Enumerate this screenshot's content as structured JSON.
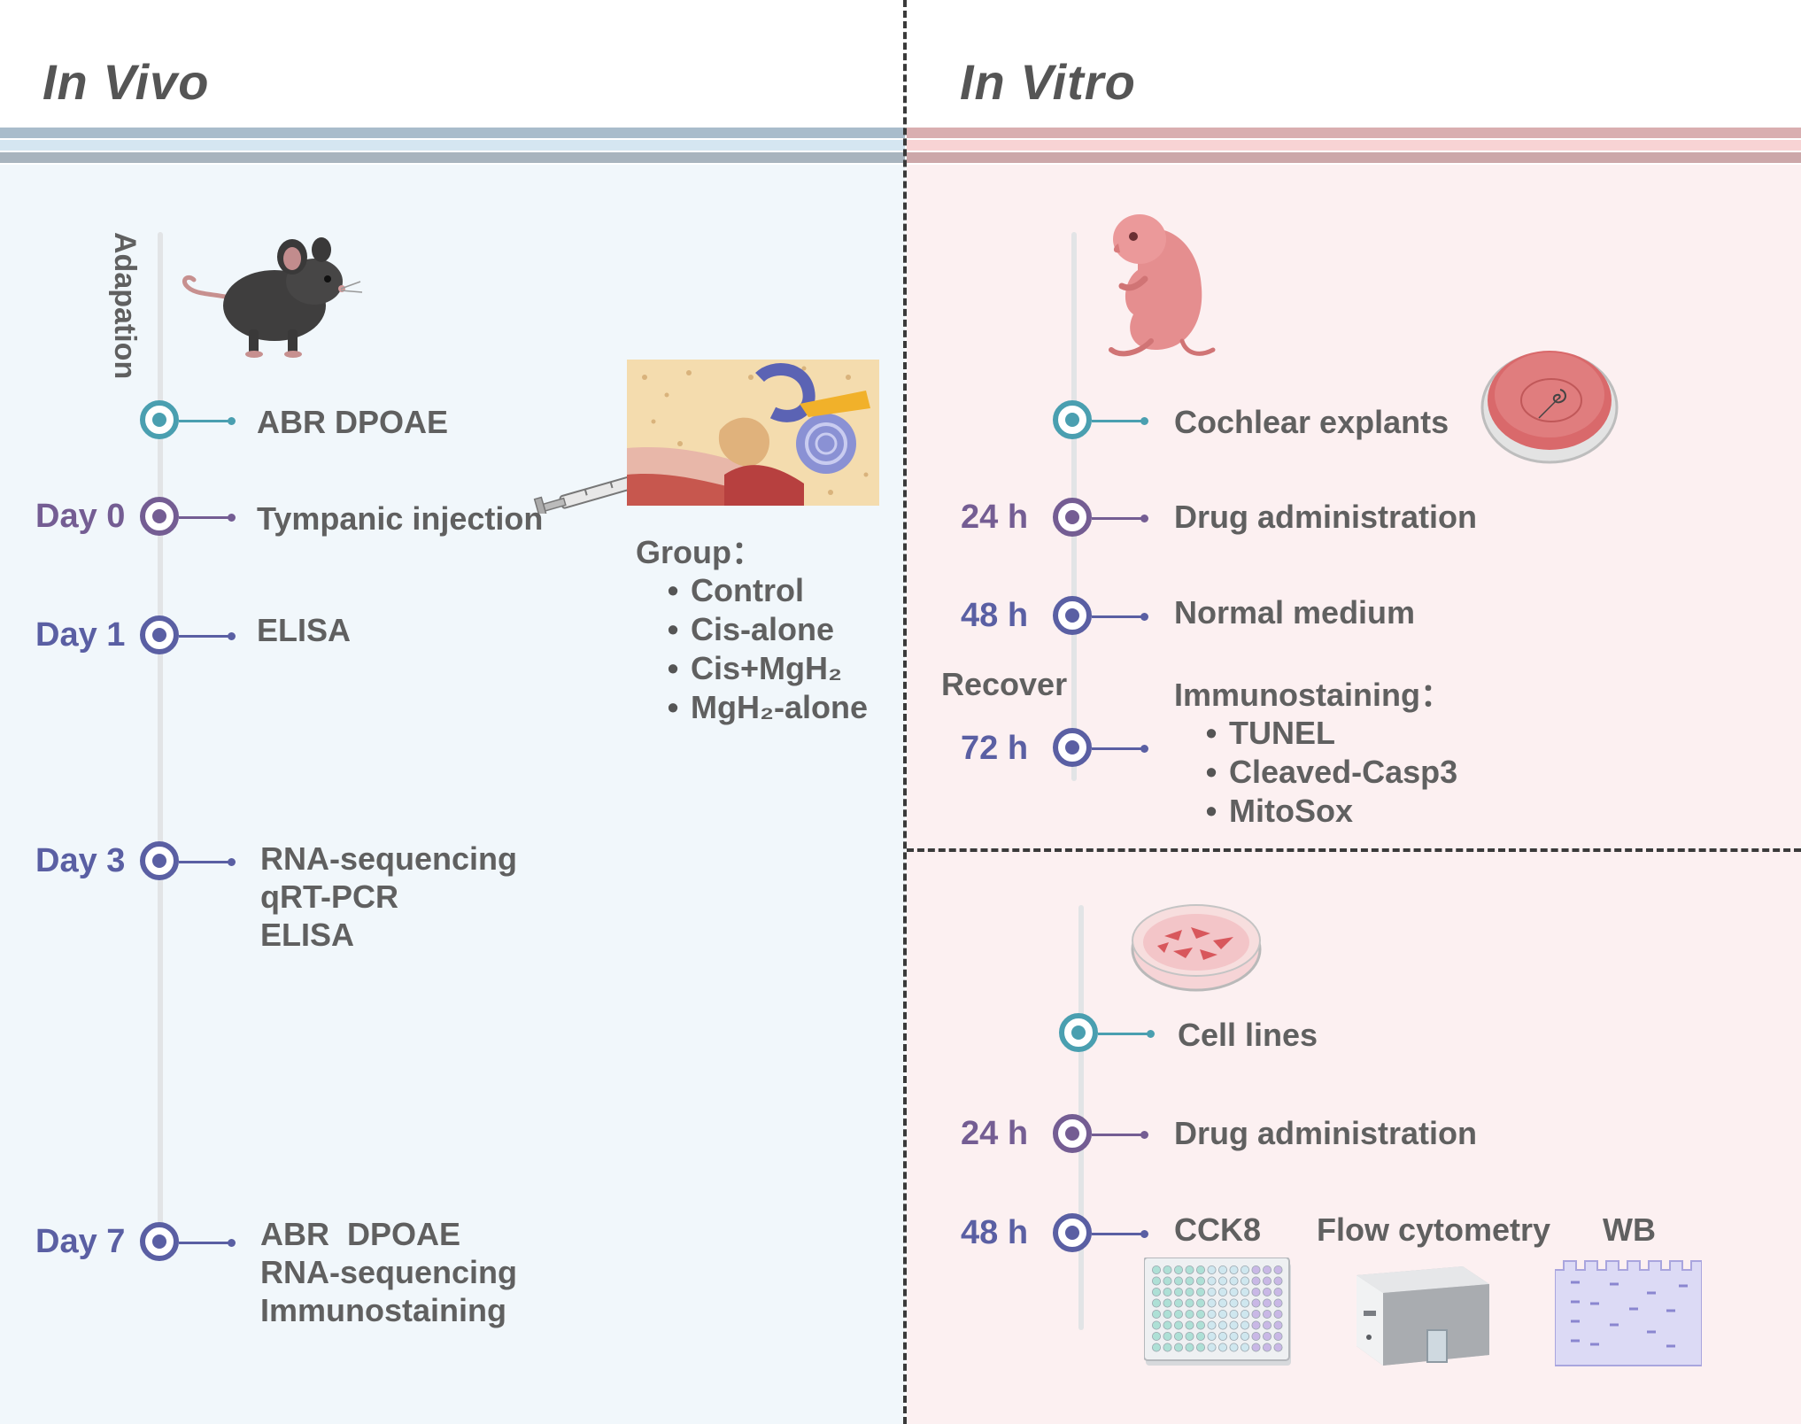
{
  "panels": {
    "in_vivo": {
      "title": "In Vivo",
      "stage_label": "Adapation",
      "steps": [
        {
          "time": "",
          "lines": [
            "ABR DPOAE"
          ]
        },
        {
          "time": "Day 0",
          "lines": [
            "Tympanic injection"
          ]
        },
        {
          "time": "Day 1",
          "lines": [
            "ELISA"
          ]
        },
        {
          "time": "Day 3",
          "lines": [
            "RNA-sequencing",
            "qRT-PCR",
            "ELISA"
          ]
        },
        {
          "time": "Day 7",
          "lines": [
            "ABR  DPOAE",
            "RNA-sequencing",
            "Immunostaining"
          ]
        }
      ],
      "group": {
        "heading": "Group：",
        "items": [
          "Control",
          "Cis-alone",
          "Cis+MgH₂",
          "MgH₂-alone"
        ]
      }
    },
    "in_vitro": {
      "title": "In Vitro",
      "explant_steps": [
        {
          "time": "",
          "lines": [
            "Cochlear explants"
          ]
        },
        {
          "time": "24 h",
          "lines": [
            "Drug administration"
          ]
        },
        {
          "time": "48 h",
          "lines": [
            "Normal medium"
          ]
        },
        {
          "time": "72 h",
          "lines": []
        }
      ],
      "recover_label": "Recover",
      "immunostaining": {
        "heading": "Immunostaining：",
        "items": [
          "TUNEL",
          "Cleaved-Casp3",
          "MitoSox"
        ]
      },
      "cell_steps": [
        {
          "time": "",
          "lines": [
            "Cell lines"
          ]
        },
        {
          "time": "24 h",
          "lines": [
            "Drug administration"
          ]
        },
        {
          "time": "48 h",
          "lines": []
        }
      ],
      "assays": [
        "CCK8",
        "Flow cytometry",
        "WB"
      ]
    }
  },
  "colors": {
    "teal": "#4a9fb0",
    "purple": "#745d93",
    "indigo": "#5a5fa3",
    "timeline": "#e2e4e6",
    "left_bg": "#f1f7fb",
    "right_bg": "#fcf0f1"
  }
}
